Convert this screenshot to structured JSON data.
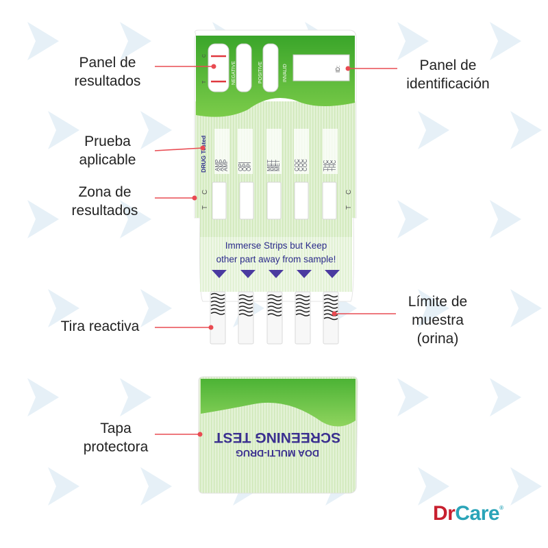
{
  "labels": {
    "results_panel": [
      "Panel de",
      "resultados"
    ],
    "id_panel": [
      "Panel de",
      "identificación"
    ],
    "applicable_test": [
      "Prueba",
      "aplicable"
    ],
    "results_zone": [
      "Zona de",
      "resultados"
    ],
    "test_strip": [
      "Tira reactiva"
    ],
    "sample_limit": [
      "Límite de",
      "muestra",
      "(orina)"
    ],
    "protective_cap": [
      "Tapa",
      "protectora"
    ]
  },
  "device": {
    "window_labels": {
      "control": "C",
      "test": "T",
      "negative": "NEGATIVE",
      "positive": "POSITIVE",
      "invalid": "INVALID"
    },
    "id_label": "ID:",
    "drug_tested_label": "DRUG Tested",
    "drugs": [
      [
        "AMP",
        "AMP",
        "AMP"
      ],
      [
        "OPI",
        "OPI",
        "OPI"
      ],
      [
        "MET",
        "MET",
        "MET"
      ],
      [
        "COC",
        "COC",
        "COC"
      ],
      [
        "THC",
        "THC",
        "THC"
      ]
    ],
    "zone_t": "T",
    "zone_c": "C",
    "instruction_line1": "Immerse Strips but Keep",
    "instruction_line2": "other part away from sample!",
    "cap_line1": "SCREENING TEST",
    "cap_line2": "DOA MULTI-DRUG"
  },
  "brand": {
    "part1": "Dr",
    "part2": "Care",
    "mark": "®"
  },
  "colors": {
    "green": "#5dbb2f",
    "light_green": "#d9efc8",
    "red_line": "#e0383e",
    "callout": "#e94b52",
    "navy_text": "#2b2b8a",
    "arrow_purple": "#4a3aa0",
    "watermark": "#e2eef6"
  }
}
